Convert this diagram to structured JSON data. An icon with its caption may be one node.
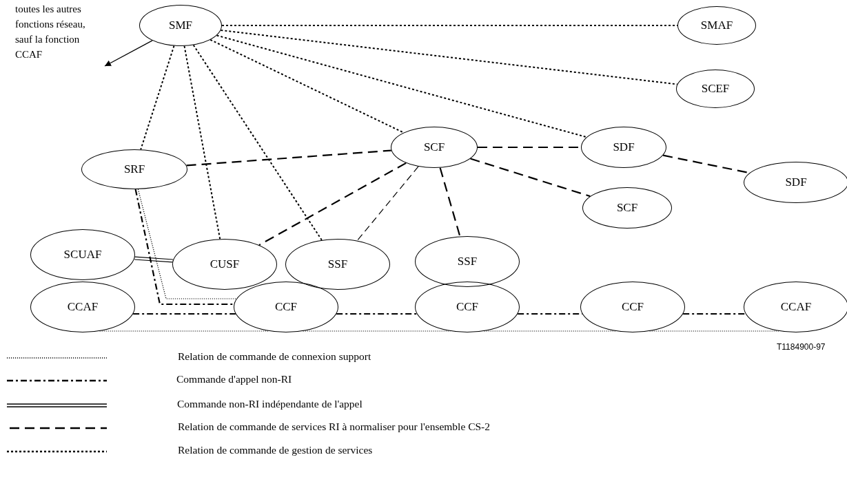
{
  "diagram": {
    "nodes": [
      {
        "text": [
          "toutes les autres fonctions réseau, sauf la fonction CCAF"
        ]
      },
      {
        "text": [
          "SMF"
        ]
      },
      {
        "text": [
          "SMAF"
        ]
      },
      {
        "text": [
          "SCEF"
        ]
      },
      {
        "text": [
          "SRF"
        ]
      },
      {
        "text": [
          "SCF"
        ]
      },
      {
        "text": [
          "SDF"
        ]
      },
      {
        "text": [
          "SDF"
        ]
      },
      {
        "text": [
          "SCF"
        ]
      },
      {
        "text": [
          "SCUAF"
        ]
      },
      {
        "text": [
          "CUSF"
        ]
      },
      {
        "text": [
          "SSF"
        ]
      },
      {
        "text": [
          "SSF"
        ]
      },
      {
        "text": [
          "CCAF"
        ]
      },
      {
        "text": [
          "CCF"
        ]
      },
      {
        "text": [
          "CCF"
        ]
      },
      {
        "text": [
          "CCF"
        ]
      },
      {
        "text": [
          "CCAF"
        ]
      }
    ],
    "edges": [
      {
        "from": 1,
        "to": 0,
        "arrow": "to"
      },
      {
        "from": 1,
        "to": 2,
        "arrow": "none",
        "style": "dashed"
      },
      {
        "from": 1,
        "to": 3,
        "arrow": "none",
        "style": "dashed"
      },
      {
        "from": 1,
        "to": 6,
        "arrow": "none",
        "style": "dashed"
      },
      {
        "from": 1,
        "to": 5,
        "arrow": "none",
        "style": "dashed"
      },
      {
        "from": 1,
        "to": 4,
        "arrow": "none",
        "style": "dashed"
      },
      {
        "from": 1,
        "to": 10,
        "arrow": "none",
        "style": "dashed"
      },
      {
        "from": 1,
        "to": 11,
        "arrow": "none",
        "style": "dashed"
      },
      {
        "from": 4,
        "to": 5,
        "arrow": "none",
        "style": "dashed"
      },
      {
        "from": 5,
        "to": 6,
        "arrow": "none",
        "style": "dashed"
      },
      {
        "from": 6,
        "to": 7,
        "arrow": "none",
        "style": "dashed"
      },
      {
        "from": 5,
        "to": 8,
        "arrow": "none",
        "style": "dashed"
      },
      {
        "from": 5,
        "to": 10,
        "arrow": "none",
        "style": "dashed"
      },
      {
        "from": 5,
        "to": 11,
        "arrow": "none",
        "style": "dashed"
      },
      {
        "from": 5,
        "to": 12,
        "arrow": "none",
        "style": "dashed"
      },
      {
        "from": 9,
        "to": 10,
        "arrow": "none",
        "style": "thick"
      },
      {
        "from": 4,
        "to": 14,
        "arrow": "none",
        "style": "dashed"
      },
      {
        "from": 4,
        "to": 14,
        "arrow": "none",
        "style": "dashed"
      },
      {
        "from": 13,
        "to": 14,
        "arrow": "none",
        "style": "dashed"
      },
      {
        "from": 14,
        "to": 15,
        "arrow": "none",
        "style": "dashed"
      },
      {
        "from": 15,
        "to": 16,
        "arrow": "none",
        "style": "dashed"
      },
      {
        "from": 16,
        "to": 17,
        "arrow": "none",
        "style": "dashed"
      },
      {
        "from": 13,
        "to": 14,
        "arrow": "none",
        "style": "dashed"
      },
      {
        "from": 14,
        "to": 15,
        "arrow": "none",
        "style": "dashed"
      },
      {
        "from": 15,
        "to": 16,
        "arrow": "none",
        "style": "dashed"
      },
      {
        "from": 16,
        "to": 17,
        "arrow": "none",
        "style": "dashed"
      }
    ],
    "labels": [
      "T1184900-97"
    ],
    "legend": [
      {
        "text": "Relation de commande de connexion support"
      },
      {
        "text": "Commande d'appel non-RI"
      },
      {
        "text": "Commande non-RI indépendante de l'appel"
      },
      {
        "text": "Relation de commande de services RI à normaliser pour l'ensemble CS-2"
      },
      {
        "text": "Relation de commande de gestion de services"
      }
    ]
  }
}
